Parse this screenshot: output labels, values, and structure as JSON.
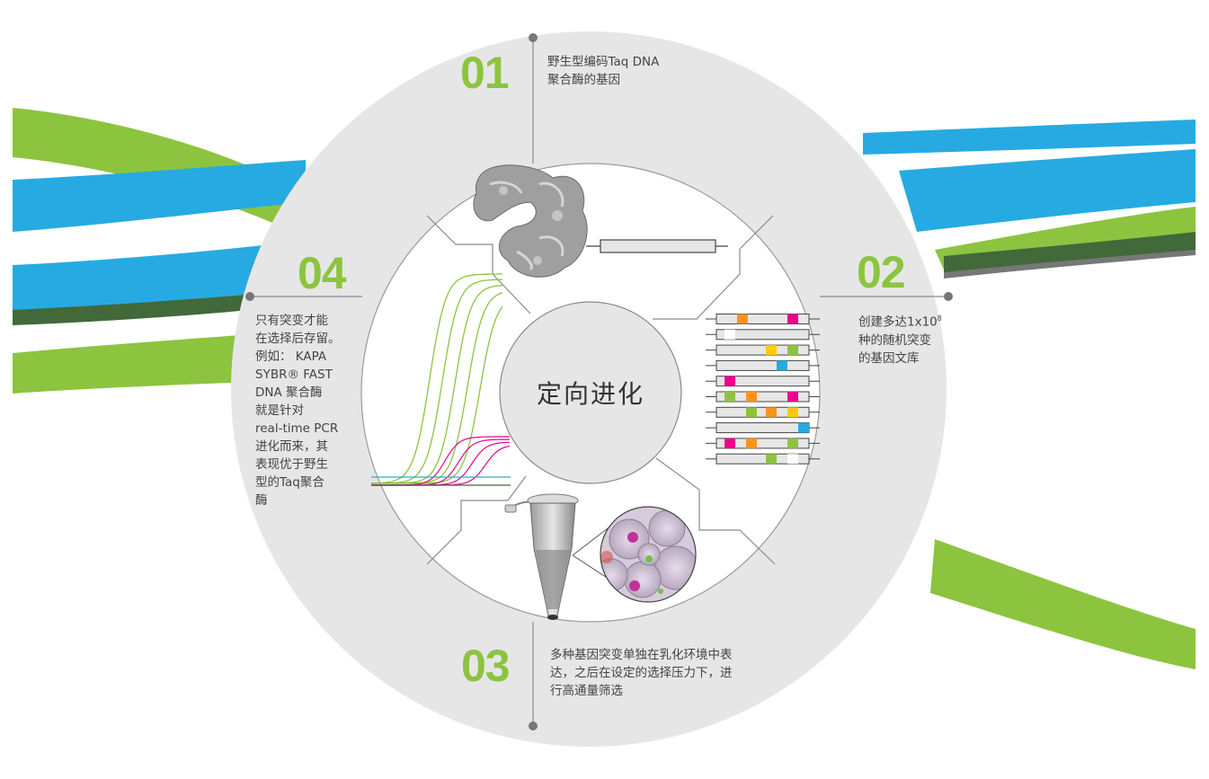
{
  "center": {
    "title": "定向进化"
  },
  "steps": [
    {
      "number": "01",
      "text": "野生型编码Taq DNA\n聚合酶的基因"
    },
    {
      "number": "02",
      "text_main": "创建多达1x10",
      "text_sup": "8",
      "text_rest": "\n种的随机突变\n的基因文库"
    },
    {
      "number": "03",
      "text": "多种基因突变单独在乳化环境中表\n达，之后在设定的选择压力下，进\n行高通量筛选"
    },
    {
      "number": "04",
      "text": "只有突变才能\n在选择后存留。\n例如： KAPA\nSYBR® FAST\nDNA 聚合酶\n就是针对\nreal-time PCR\n进化而来，其\n表现优于野生\n型的Taq聚合\n酶"
    }
  ],
  "colors": {
    "accent_green": "#8cc43f",
    "ribbon_blue": "#27aae1",
    "ribbon_dark_green": "#41693a",
    "circle_bg": "#e6e6e6",
    "inner_bg": "#ffffff",
    "connector": "#888888",
    "mutation_orange": "#f7941d",
    "mutation_magenta": "#ec008c",
    "mutation_yellow": "#ffcb05",
    "mutation_green": "#8cc43f",
    "mutation_cyan": "#27aae1"
  },
  "icons": [
    "protein-structure-icon",
    "gene-bar-icon",
    "mutation-library-icon",
    "microcentrifuge-tube-icon",
    "emulsion-droplets-icon",
    "pcr-amplification-curves-icon"
  ]
}
